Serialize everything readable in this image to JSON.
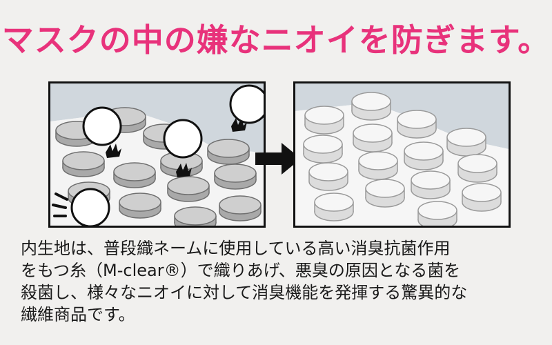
{
  "headline": "マスクの中の嫌なニオイを防ぎます。",
  "description_lines": [
    "内生地は、普段織ネームに使用している高い消臭抗菌作用",
    "をもつ糸（M-clear®）で織りあげ、悪臭の原因となる菌を",
    "殺菌し、様々なニオイに対して消臭機能を発揮する驚異的な",
    "繊維商品です。"
  ],
  "colors": {
    "headline": "#e8327b",
    "text": "#1a1a1a",
    "background": "#f1f0ee",
    "panel_sky": "#d0d7dd",
    "yarn_gray": "#b5b5b5",
    "yarn_white": "#f2f2f2",
    "outline": "#111111"
  },
  "illustration": {
    "before": {
      "icons": [
        "yarn-disc-gray-icon",
        "odor-bubble-icon",
        "germ-icon"
      ]
    },
    "after": {
      "icons": [
        "yarn-disc-white-icon"
      ]
    },
    "arrow_icon": "right-arrow-icon"
  }
}
